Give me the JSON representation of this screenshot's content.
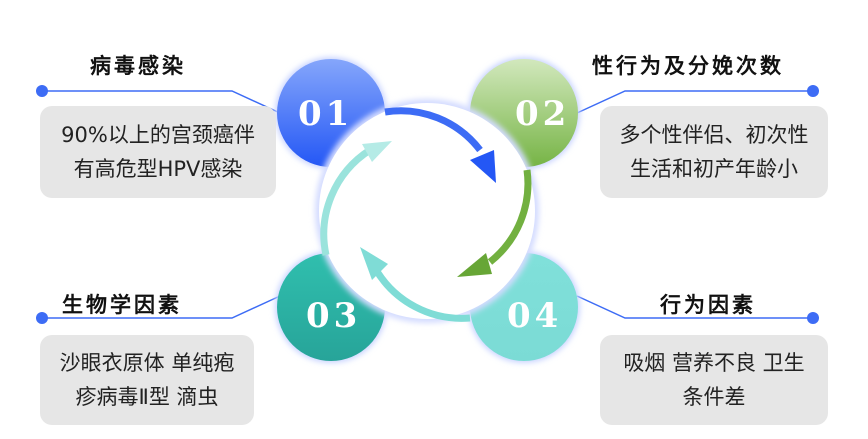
{
  "items": [
    {
      "num": "01",
      "title": "病毒感染",
      "lines": [
        "90%以上的宫颈癌伴",
        "有高危型HPV感染"
      ],
      "color": "#3d6cf5"
    },
    {
      "num": "02",
      "title": "性行为及分娩次数",
      "lines": [
        "多个性伴侣、初次性",
        "生活和初产年龄小"
      ],
      "color": "#7ab648"
    },
    {
      "num": "03",
      "title": "生物学因素",
      "lines": [
        "沙眼衣原体 单纯疱",
        "疹病毒Ⅱ型 滴虫"
      ],
      "color": "#2bb0a4"
    },
    {
      "num": "04",
      "title": "行为因素",
      "lines": [
        "吸烟 营养不良 卫生",
        "条件差"
      ],
      "color": "#7fdcd6"
    }
  ],
  "line_color": "#3d6cf5"
}
